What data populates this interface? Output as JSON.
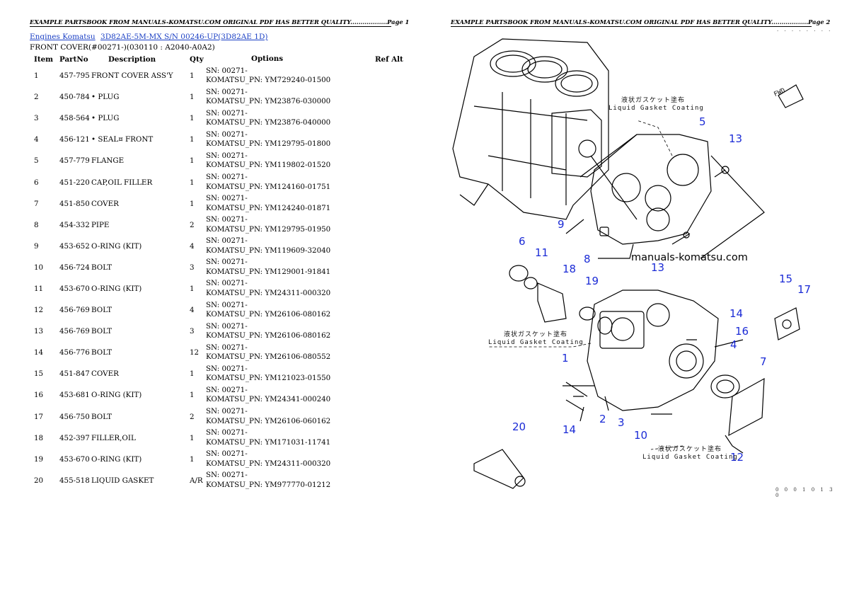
{
  "page1": {
    "header": "EXAMPLE PARTSBOOK FROM MANUALS-KOMATSU.COM ORIGINAL PDF HAS BETTER QUALITY..................Page 1",
    "breadcrumb": [
      "Engines Komatsu",
      "3D82AE-5M-MX S/N 00246-UP(3D82AE 1D)"
    ],
    "subtitle": "FRONT COVER(#00271-)(030110 : A2040-A0A2)",
    "columns": {
      "item": "Item",
      "partno": "PartNo",
      "description": "Description",
      "qty": "Qty",
      "options": "Options",
      "ref": "Ref Alt"
    },
    "rows": [
      {
        "item": "1",
        "partno": "457-795",
        "desc": "FRONT COVER ASS'Y",
        "qty": "1",
        "sn": "SN: 00271-",
        "kpn": "KOMATSU_PN: YM729240-01500"
      },
      {
        "item": "2",
        "partno": "450-784",
        "desc": "• PLUG",
        "qty": "1",
        "sn": "SN: 00271-",
        "kpn": "KOMATSU_PN: YM23876-030000"
      },
      {
        "item": "3",
        "partno": "458-564",
        "desc": "• PLUG",
        "qty": "1",
        "sn": "SN: 00271-",
        "kpn": "KOMATSU_PN: YM23876-040000"
      },
      {
        "item": "4",
        "partno": "456-121",
        "desc": "• SEAL¤ FRONT",
        "qty": "1",
        "sn": "SN: 00271-",
        "kpn": "KOMATSU_PN: YM129795-01800"
      },
      {
        "item": "5",
        "partno": "457-779",
        "desc": "FLANGE",
        "qty": "1",
        "sn": "SN: 00271-",
        "kpn": "KOMATSU_PN: YM119802-01520"
      },
      {
        "item": "6",
        "partno": "451-220",
        "desc": "CAP,OIL FILLER",
        "qty": "1",
        "sn": "SN: 00271-",
        "kpn": "KOMATSU_PN: YM124160-01751"
      },
      {
        "item": "7",
        "partno": "451-850",
        "desc": "COVER",
        "qty": "1",
        "sn": "SN: 00271-",
        "kpn": "KOMATSU_PN: YM124240-01871"
      },
      {
        "item": "8",
        "partno": "454-332",
        "desc": "PIPE",
        "qty": "2",
        "sn": "SN: 00271-",
        "kpn": "KOMATSU_PN: YM129795-01950"
      },
      {
        "item": "9",
        "partno": "453-652",
        "desc": "O-RING (KIT)",
        "qty": "4",
        "sn": "SN: 00271-",
        "kpn": "KOMATSU_PN: YM119609-32040"
      },
      {
        "item": "10",
        "partno": "456-724",
        "desc": "BOLT",
        "qty": "3",
        "sn": "SN: 00271-",
        "kpn": "KOMATSU_PN: YM129001-91841"
      },
      {
        "item": "11",
        "partno": "453-670",
        "desc": "O-RING (KIT)",
        "qty": "1",
        "sn": "SN: 00271-",
        "kpn": "KOMATSU_PN: YM24311-000320"
      },
      {
        "item": "12",
        "partno": "456-769",
        "desc": "BOLT",
        "qty": "4",
        "sn": "SN: 00271-",
        "kpn": "KOMATSU_PN: YM26106-080162"
      },
      {
        "item": "13",
        "partno": "456-769",
        "desc": "BOLT",
        "qty": "3",
        "sn": "SN: 00271-",
        "kpn": "KOMATSU_PN: YM26106-080162"
      },
      {
        "item": "14",
        "partno": "456-776",
        "desc": "BOLT",
        "qty": "12",
        "sn": "SN: 00271-",
        "kpn": "KOMATSU_PN: YM26106-080552"
      },
      {
        "item": "15",
        "partno": "451-847",
        "desc": "COVER",
        "qty": "1",
        "sn": "SN: 00271-",
        "kpn": "KOMATSU_PN: YM121023-01550"
      },
      {
        "item": "16",
        "partno": "453-681",
        "desc": "O-RING (KIT)",
        "qty": "1",
        "sn": "SN: 00271-",
        "kpn": "KOMATSU_PN: YM24341-000240"
      },
      {
        "item": "17",
        "partno": "456-750",
        "desc": "BOLT",
        "qty": "2",
        "sn": "SN: 00271-",
        "kpn": "KOMATSU_PN: YM26106-060162"
      },
      {
        "item": "18",
        "partno": "452-397",
        "desc": "FILLER,OIL",
        "qty": "1",
        "sn": "SN: 00271-",
        "kpn": "KOMATSU_PN: YM171031-11741"
      },
      {
        "item": "19",
        "partno": "453-670",
        "desc": "O-RING (KIT)",
        "qty": "1",
        "sn": "SN: 00271-",
        "kpn": "KOMATSU_PN: YM24311-000320"
      },
      {
        "item": "20",
        "partno": "455-518",
        "desc": "LIQUID GASKET",
        "qty": "A/R",
        "sn": "SN: 00271-",
        "kpn": "KOMATSU_PN: YM977770-01212"
      }
    ]
  },
  "page2": {
    "header": "EXAMPLE PARTSBOOK FROM MANUALS-KOMATSU.COM ORIGINAL PDF HAS BETTER QUALITY..................Page 2",
    "dots": "· · · · · · · ·",
    "watermark": "manuals-komatsu.com",
    "drawing_code": "0 0 0 1 0 1 3 0",
    "fwd_label": "FWD",
    "notes": [
      {
        "jp": "液状ガスケット塗布",
        "en": "Liquid Gasket Coating"
      },
      {
        "jp": "液状ガスケット塗布",
        "en": "Liquid Gasket Coating"
      },
      {
        "jp": "液状ガスケット塗布",
        "en": "Liquid Gasket Coating"
      }
    ],
    "callouts": [
      "5",
      "13",
      "9",
      "8",
      "6",
      "11",
      "18",
      "19",
      "13",
      "15",
      "17",
      "14",
      "16",
      "4",
      "1",
      "7",
      "14",
      "2",
      "3",
      "10",
      "20",
      "12"
    ]
  }
}
